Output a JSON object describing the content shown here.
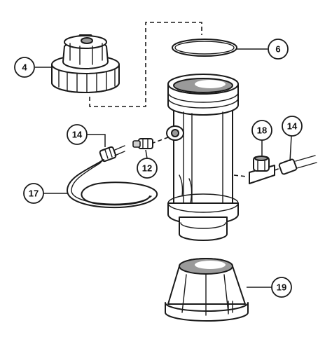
{
  "callouts": {
    "c4": "4",
    "c6": "6",
    "c14a": "14",
    "c12": "12",
    "c18": "18",
    "c14b": "14",
    "c17": "17",
    "c19": "19"
  },
  "colors": {
    "ink": "#1a1a1a",
    "shade": "#9a9a9a",
    "light_shade": "#cfcfcf"
  }
}
